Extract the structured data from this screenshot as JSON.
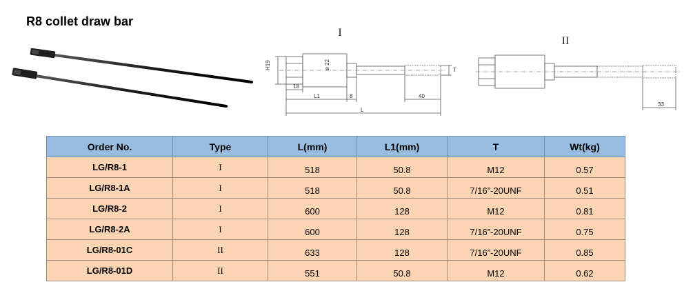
{
  "title": "R8 collet draw bar",
  "drawing_one": {
    "label": "I",
    "dims": {
      "h19": "H19",
      "d22": "ø 22",
      "t": "T",
      "d18": "18",
      "l1": "L1",
      "d8": "8",
      "d40": "40",
      "l": "L"
    }
  },
  "drawing_two": {
    "label": "II",
    "dims": {
      "d33": "33"
    }
  },
  "table": {
    "headers": [
      "Order No.",
      "Type",
      "L(mm)",
      "L1(mm)",
      "T",
      "Wt(kg)"
    ],
    "rows": [
      [
        "LG/R8-1",
        "I",
        "518",
        "50.8",
        "M12",
        "0.57"
      ],
      [
        "LG/R8-1A",
        "I",
        "518",
        "50.8",
        "7/16”-20UNF",
        "0.51"
      ],
      [
        "LG/R8-2",
        "I",
        "600",
        "128",
        "M12",
        "0.81"
      ],
      [
        "LG/R8-2A",
        "I",
        "600",
        "128",
        "7/16”-20UNF",
        "0.75"
      ],
      [
        "LG/R8-01C",
        "II",
        "633",
        "128",
        "7/16”-20UNF",
        "0.85"
      ],
      [
        "LG/R8-01D",
        "II",
        "551",
        "50.8",
        "M12",
        "0.62"
      ]
    ]
  },
  "colors": {
    "header_bg": "#99bde0",
    "row_bg": "#fbd4b4"
  }
}
